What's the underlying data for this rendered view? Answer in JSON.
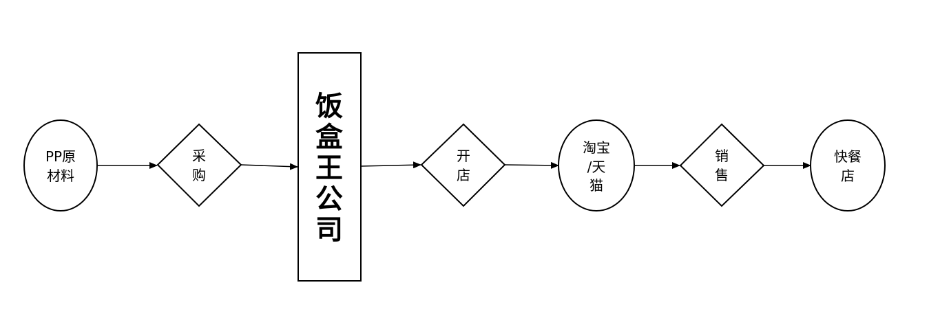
{
  "nodes": {
    "pp_material": {
      "lines": [
        "PP原",
        "材料"
      ]
    },
    "purchase": {
      "lines": [
        "采",
        "购"
      ]
    },
    "company": {
      "lines": [
        "饭",
        "盒",
        "王",
        "公",
        "司"
      ]
    },
    "open_store": {
      "lines": [
        "开",
        "店"
      ]
    },
    "taobao": {
      "lines": [
        "淘宝",
        "/天",
        "猫"
      ]
    },
    "sales": {
      "lines": [
        "销",
        "售"
      ]
    },
    "fast_food": {
      "lines": [
        "快餐",
        "店"
      ]
    }
  },
  "colors": {
    "stroke": "#000000",
    "fill": "#ffffff",
    "text": "#000000"
  }
}
